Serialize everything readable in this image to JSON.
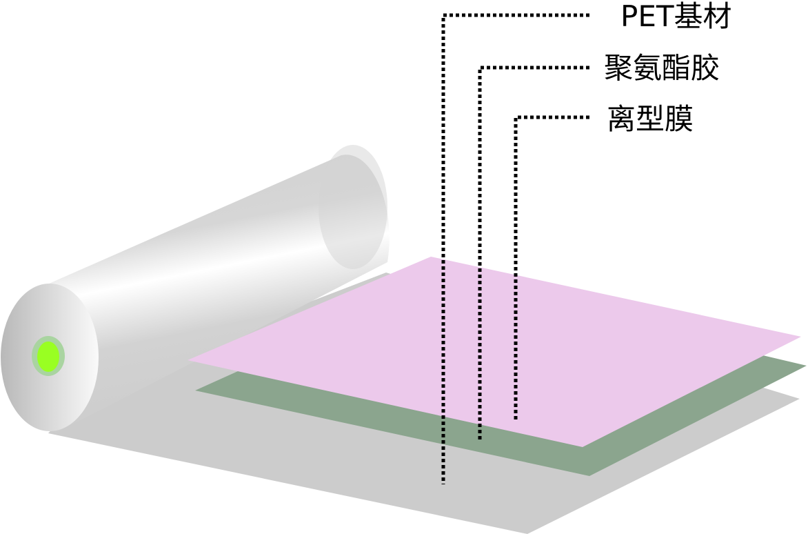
{
  "labels": {
    "pet": "PET基材",
    "pu": "聚氨酯胶",
    "release": "离型膜"
  },
  "colors": {
    "pet_layer": "#cccccc",
    "pu_layer": "#8ba58e",
    "release_layer": "#ecc9eb",
    "core_outer": "#a9d4a0",
    "core_inner": "#99ff22"
  }
}
